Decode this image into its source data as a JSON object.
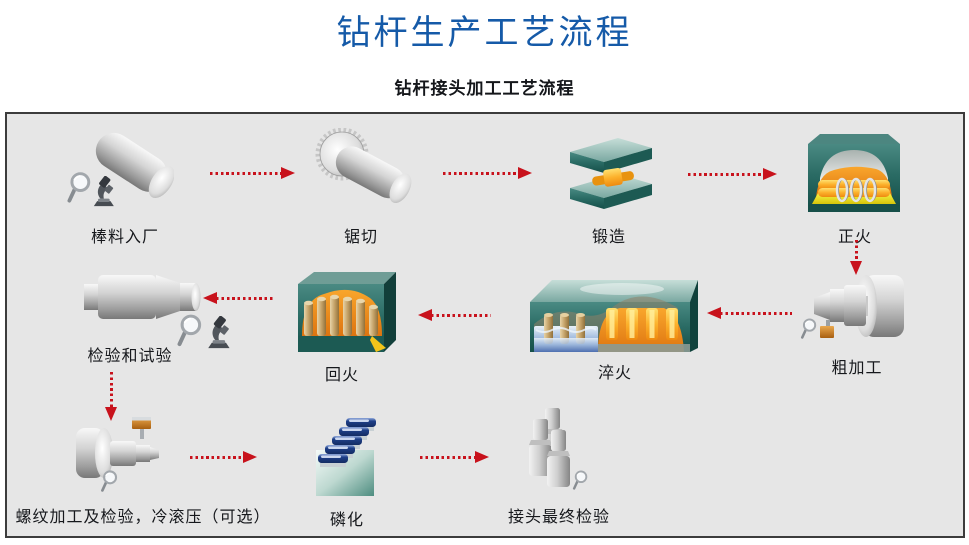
{
  "page": {
    "title": "钻杆生产工艺流程",
    "subtitle": "钻杆接头加工工艺流程"
  },
  "colors": {
    "title_blue": "#155aa8",
    "arrow_red": "#c8121c",
    "panel_bg": "#e6e6e6",
    "panel_border": "#3c3c3c",
    "teal_equipment": "#2a6b64",
    "hot_orange": "#f59a1e"
  },
  "steps": [
    {
      "id": "bar-stock-arrival",
      "label": "棒料入厂"
    },
    {
      "id": "sawing",
      "label": "锯切"
    },
    {
      "id": "forging",
      "label": "锻造"
    },
    {
      "id": "normalizing",
      "label": "正火"
    },
    {
      "id": "rough-machining",
      "label": "粗加工"
    },
    {
      "id": "quenching",
      "label": "淬火"
    },
    {
      "id": "tempering",
      "label": "回火"
    },
    {
      "id": "inspection-testing",
      "label": "检验和试验"
    },
    {
      "id": "thread-machining",
      "label": "螺纹加工及检验，冷滚压（可选）"
    },
    {
      "id": "phosphating",
      "label": "磷化"
    },
    {
      "id": "final-inspection",
      "label": "接头最终检验"
    }
  ]
}
